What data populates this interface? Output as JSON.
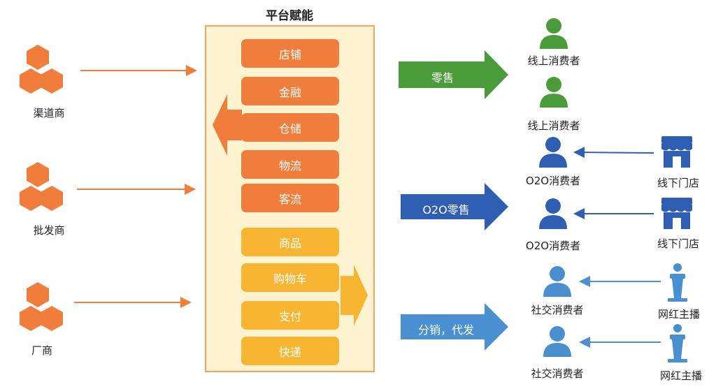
{
  "platform": {
    "title": "平台赋能",
    "orange_caps": [
      "店铺",
      "金融",
      "仓储",
      "物流",
      "客流"
    ],
    "yellow_caps": [
      "商品",
      "购物车",
      "支付",
      "快递"
    ]
  },
  "suppliers": [
    "渠道商",
    "批发商",
    "厂商"
  ],
  "channels": [
    {
      "label": "零售",
      "color": "#4a9b3a"
    },
    {
      "label": "O2O零售",
      "color": "#2f5fb3"
    },
    {
      "label": "分销，代发",
      "color": "#4a8fd0"
    }
  ],
  "consumers": [
    {
      "label": "线上消费者",
      "color": "#4a9b3a"
    },
    {
      "label": "线上消费者",
      "color": "#4a9b3a"
    },
    {
      "label": "O2O消费者",
      "color": "#2f5fb3"
    },
    {
      "label": "O2O消费者",
      "color": "#2f5fb3"
    },
    {
      "label": "社交消费者",
      "color": "#4a8fd0"
    },
    {
      "label": "社交消费者",
      "color": "#4a8fd0"
    }
  ],
  "sources": [
    {
      "label": "线下门店",
      "icon": "store-icon"
    },
    {
      "label": "线下门店",
      "icon": "store-icon"
    },
    {
      "label": "网红主播",
      "icon": "podium-icon"
    },
    {
      "label": "网红主播",
      "icon": "podium-icon"
    }
  ],
  "colors": {
    "orange": "#f07d3c",
    "yellow": "#f7b531",
    "platform_bg": "#fef3d0",
    "platform_border": "#f5a45c"
  }
}
